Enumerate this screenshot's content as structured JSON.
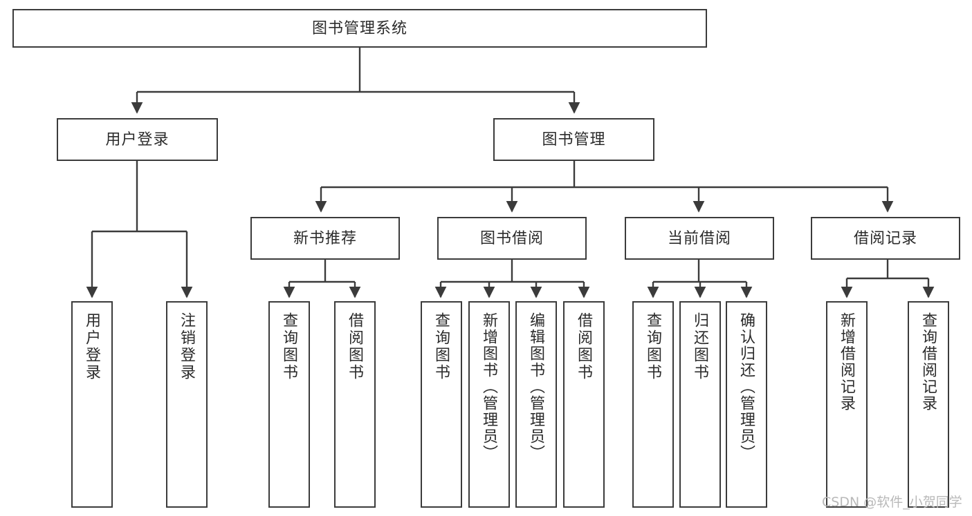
{
  "diagram": {
    "type": "hierarchy-tree",
    "title": "图书管理系统",
    "watermark": "CSDN @软件_小贺同学",
    "colors": {
      "box_border": "#3b3b3b",
      "box_fill": "#ffffff",
      "text": "#2b2b2b",
      "connector": "#3b3b3b",
      "watermark": "#b9b9b9"
    },
    "root": {
      "label": "图书管理系统"
    },
    "level2": [
      {
        "label": "用户登录"
      },
      {
        "label": "图书管理"
      }
    ],
    "level3": [
      {
        "label": "新书推荐"
      },
      {
        "label": "图书借阅"
      },
      {
        "label": "当前借阅"
      },
      {
        "label": "借阅记录"
      }
    ],
    "leaves": {
      "user_login": [
        {
          "label": "用户登录"
        },
        {
          "label": "注销登录"
        }
      ],
      "new_book": [
        {
          "label": "查询图书"
        },
        {
          "label": "借阅图书"
        }
      ],
      "book_borrow": [
        {
          "label": "查询图书"
        },
        {
          "label": "新增图书（管理员）"
        },
        {
          "label": "编辑图书（管理员）"
        },
        {
          "label": "借阅图书"
        }
      ],
      "current_borrow": [
        {
          "label": "查询图书"
        },
        {
          "label": "归还图书"
        },
        {
          "label": "确认归还（管理员）"
        }
      ],
      "borrow_record": [
        {
          "label": "新增借阅记录"
        },
        {
          "label": "查询借阅记录"
        }
      ]
    }
  }
}
